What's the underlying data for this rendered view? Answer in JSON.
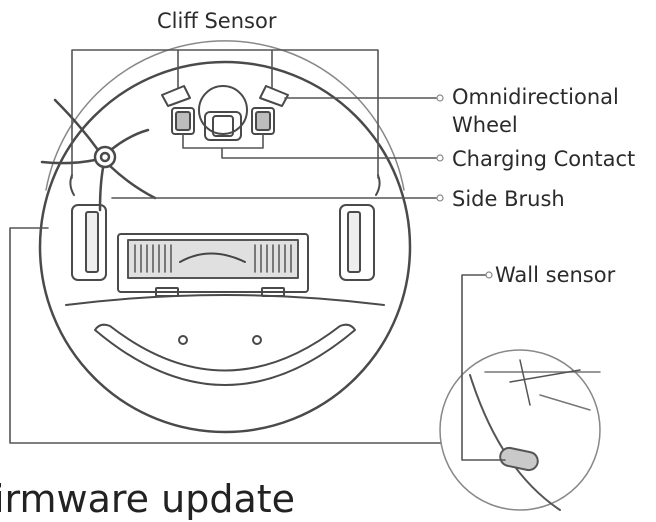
{
  "labels": {
    "cliff_sensor": "Cliff Sensor",
    "omni_wheel_line1": "Omnidirectional",
    "omni_wheel_line2": "Wheel",
    "charging_contact": "Charging Contact",
    "side_brush": "Side Brush",
    "wall_sensor": "Wall sensor"
  },
  "section_heading": "irmware update",
  "colors": {
    "line": "#4a4a4a",
    "callout": "#9a9a9a",
    "text": "#2b2b2b"
  }
}
